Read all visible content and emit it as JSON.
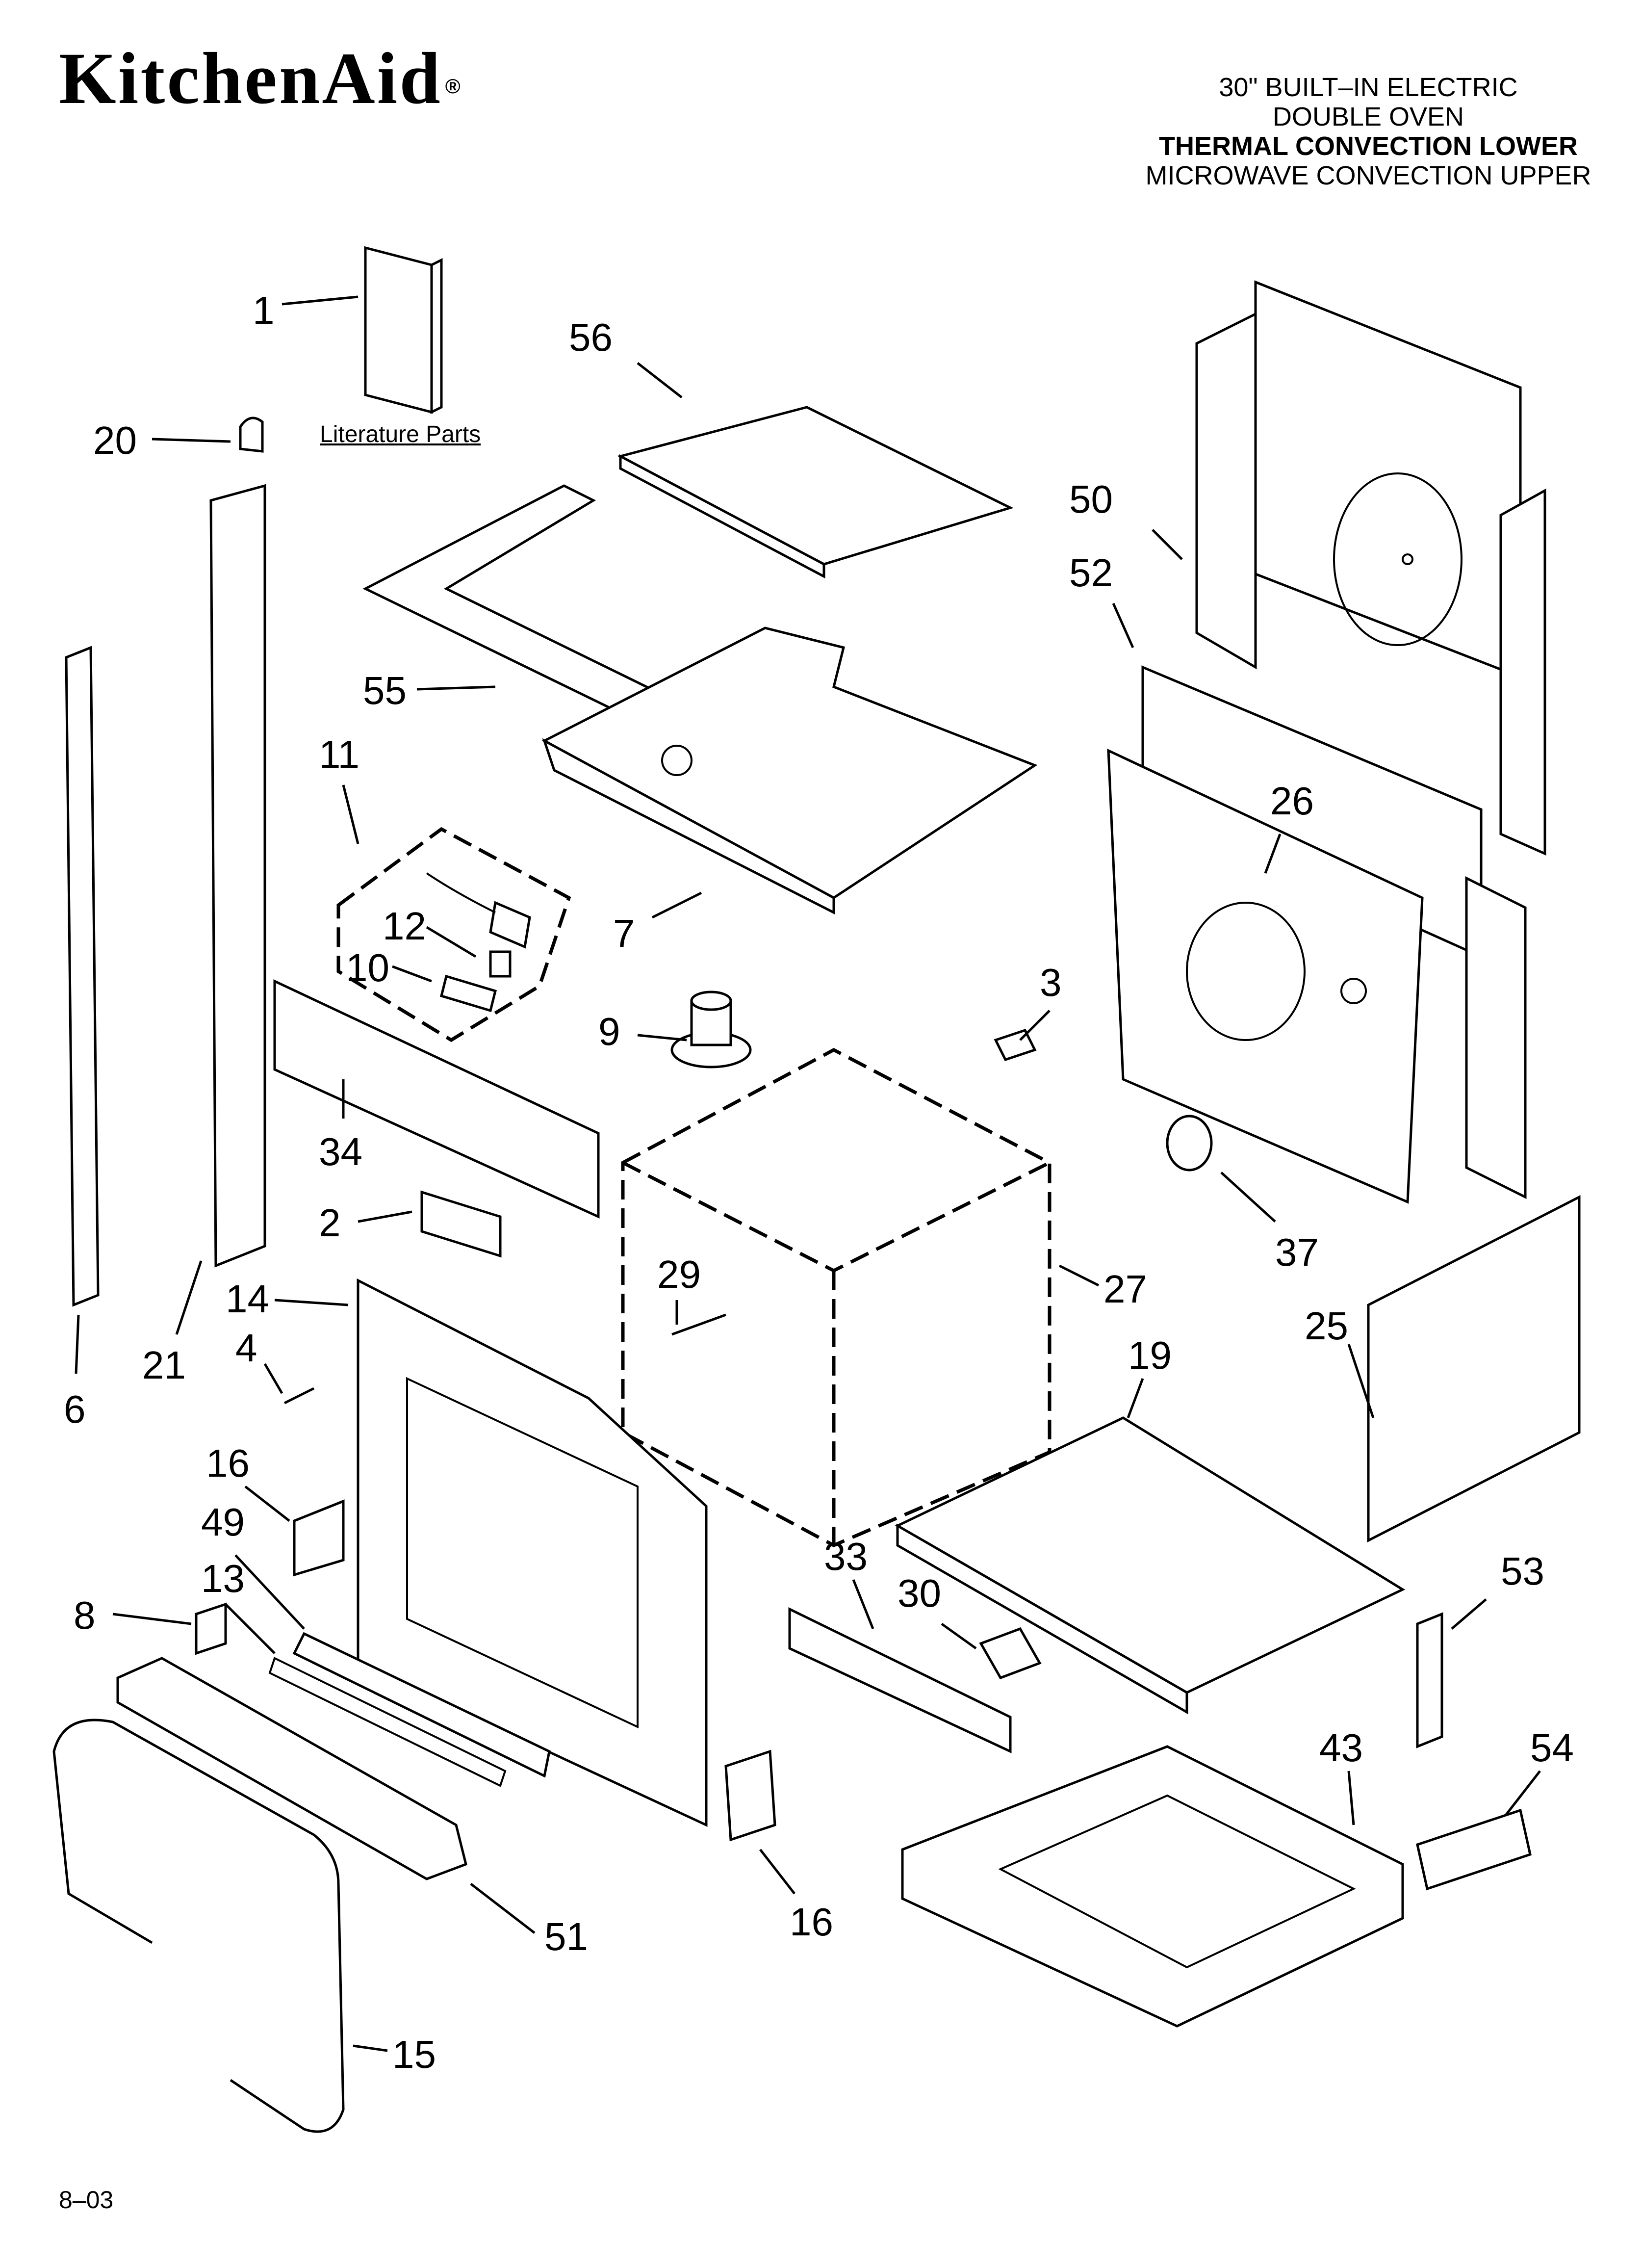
{
  "brand": {
    "logo_text": "KitchenAid",
    "registered": "®"
  },
  "header": {
    "line1": "30\" BUILT–IN ELECTRIC",
    "line2": "DOUBLE OVEN",
    "line3": "THERMAL CONVECTION LOWER",
    "line4": "MICROWAVE CONVECTION UPPER"
  },
  "literature_label": "Literature Parts",
  "footer": {
    "code": "8–03"
  },
  "callouts": [
    {
      "id": "c1",
      "label": "1"
    },
    {
      "id": "c56",
      "label": "56"
    },
    {
      "id": "c20",
      "label": "20"
    },
    {
      "id": "c50",
      "label": "50"
    },
    {
      "id": "c52",
      "label": "52"
    },
    {
      "id": "c55",
      "label": "55"
    },
    {
      "id": "c26",
      "label": "26"
    },
    {
      "id": "c11",
      "label": "11"
    },
    {
      "id": "c7",
      "label": "7"
    },
    {
      "id": "c12",
      "label": "12"
    },
    {
      "id": "c10",
      "label": "10"
    },
    {
      "id": "c3",
      "label": "3"
    },
    {
      "id": "c9",
      "label": "9"
    },
    {
      "id": "c34",
      "label": "34"
    },
    {
      "id": "c2",
      "label": "2"
    },
    {
      "id": "c29",
      "label": "29"
    },
    {
      "id": "c27",
      "label": "27"
    },
    {
      "id": "c37",
      "label": "37"
    },
    {
      "id": "c14",
      "label": "14"
    },
    {
      "id": "c21",
      "label": "21"
    },
    {
      "id": "c4",
      "label": "4"
    },
    {
      "id": "c6",
      "label": "6"
    },
    {
      "id": "c19",
      "label": "19"
    },
    {
      "id": "c25",
      "label": "25"
    },
    {
      "id": "c16a",
      "label": "16"
    },
    {
      "id": "c49",
      "label": "49"
    },
    {
      "id": "c13",
      "label": "13"
    },
    {
      "id": "c8",
      "label": "8"
    },
    {
      "id": "c33",
      "label": "33"
    },
    {
      "id": "c30",
      "label": "30"
    },
    {
      "id": "c53",
      "label": "53"
    },
    {
      "id": "c43",
      "label": "43"
    },
    {
      "id": "c54",
      "label": "54"
    },
    {
      "id": "c51",
      "label": "51"
    },
    {
      "id": "c16b",
      "label": "16"
    },
    {
      "id": "c15",
      "label": "15"
    }
  ]
}
